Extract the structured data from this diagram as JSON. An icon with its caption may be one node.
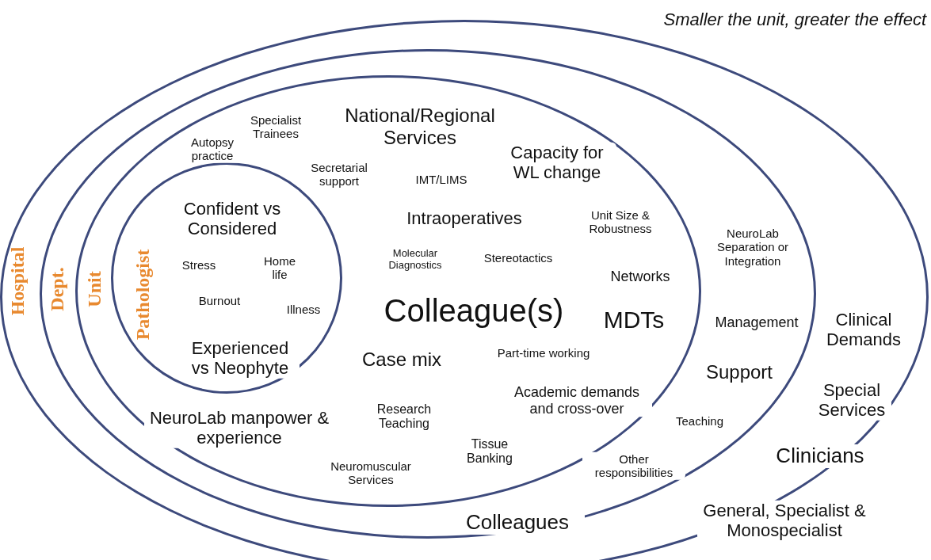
{
  "diagram": {
    "title": "Smaller the unit, greater the effect",
    "nodes": [
      {
        "text": [
          "Hospital"
        ]
      },
      {
        "text": [
          "Dept."
        ],
        "in": 0
      },
      {
        "text": [
          "Unit"
        ],
        "in": 1
      },
      {
        "text": [
          "Pathologist"
        ],
        "in": 2
      }
    ],
    "labels": [
      "Specialist Trainees",
      "National/Regional Services",
      "Autopsy practice",
      "Capacity for WL change",
      "Secretarial support",
      "IMT/LIMS",
      "Confident vs Considered",
      "Intraoperatives",
      "Unit Size & Robustness",
      "NeuroLab Separation or Integration",
      "Stress",
      "Home life",
      "Molecular Diagnostics",
      "Stereotactics",
      "Networks",
      "Burnout",
      "Illness",
      "Colleague(s)",
      "MDTs",
      "Management",
      "Clinical Demands",
      "Experienced vs Neophyte",
      "Case mix",
      "Part-time working",
      "Support",
      "Academic demands and cross-over",
      "Special Services",
      "Research Teaching",
      "NeuroLab manpower & experience",
      "Teaching",
      "Tissue Banking",
      "Clinicians",
      "Neuromuscular Services",
      "Other responsibilities",
      "Colleagues",
      "General, Specialist & Monospecialist"
    ]
  }
}
